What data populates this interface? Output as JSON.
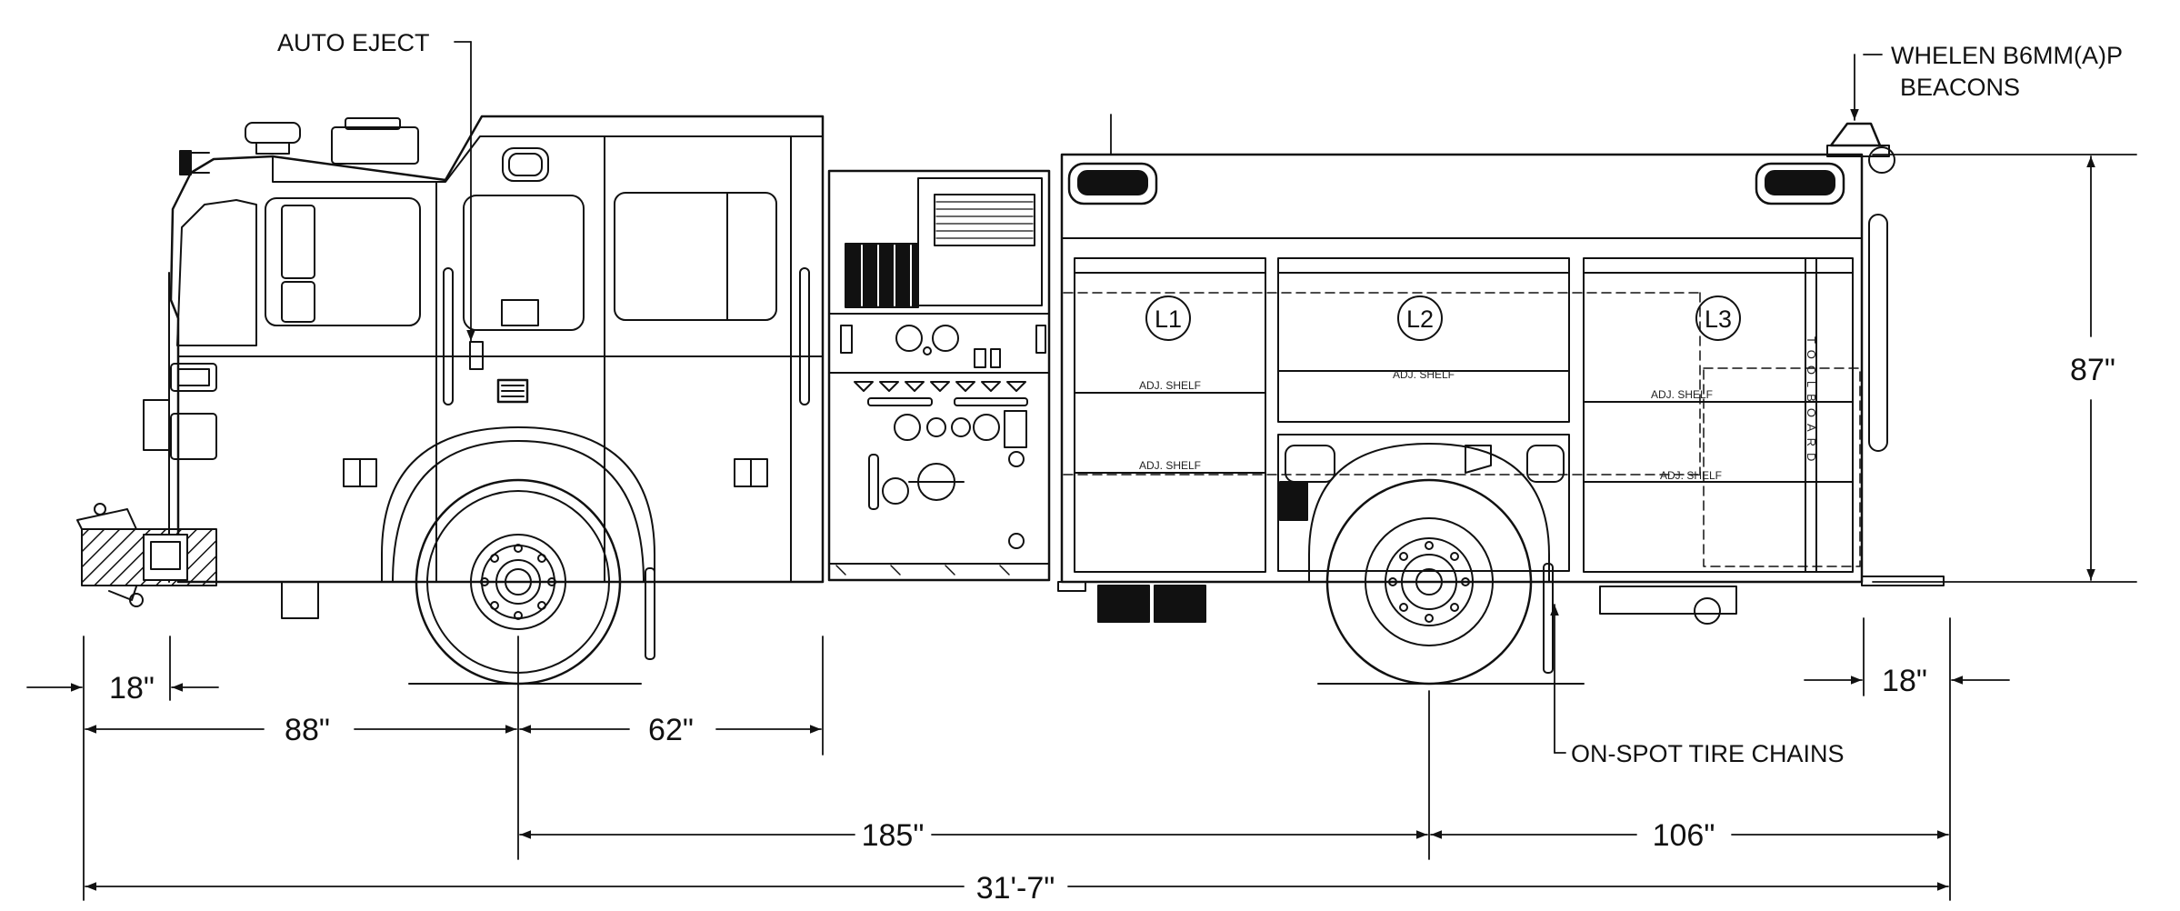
{
  "callouts": {
    "auto_eject": "AUTO EJECT",
    "beacons_line1": "WHELEN B6MM(A)P",
    "beacons_line2": "BEACONS",
    "tire_chains": "ON-SPOT TIRE CHAINS"
  },
  "dimensions": {
    "front_overhang": "18\"",
    "cab_to_axle": "88\"",
    "axle_to_pump": "62\"",
    "wheelbase": "185\"",
    "rear_overhang": "106\"",
    "overall_length": "31'-7\"",
    "rear_step": "18\"",
    "body_height": "87\""
  },
  "compartments": [
    "L1",
    "L2",
    "L3"
  ],
  "shelf_label": "ADJ. SHELF",
  "toolboard_label": "TOOLBOARD"
}
